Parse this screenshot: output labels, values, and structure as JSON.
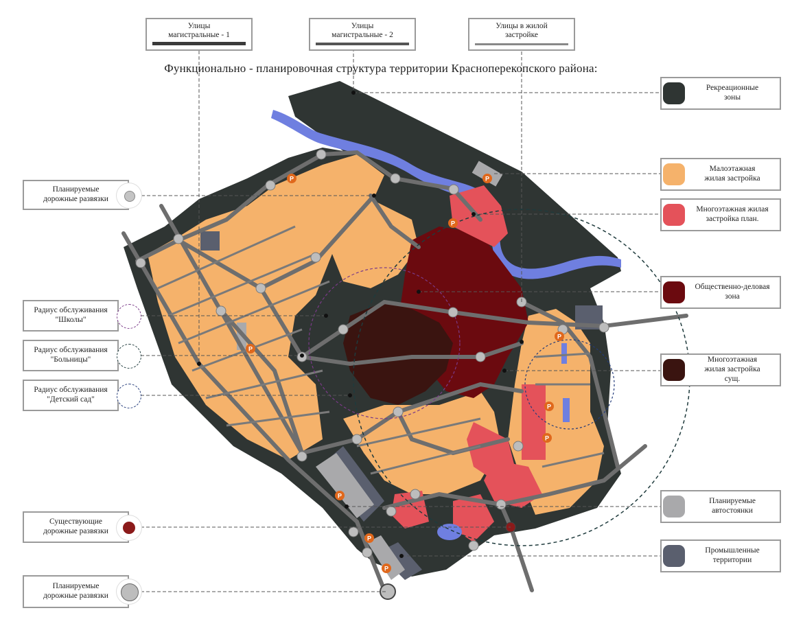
{
  "title": "Функционально - планировочная структура территории Краснoперекопского района:",
  "street_legend": [
    {
      "label_line1": "Улицы",
      "label_line2": "магистральные - 1"
    },
    {
      "label_line1": "Улицы",
      "label_line2": "магистральные - 2"
    },
    {
      "label_line1": "Улицы в жилой",
      "label_line2": "застройке"
    }
  ],
  "left_legend": [
    {
      "line1": "Планируемые",
      "line2": "дорожные развязки"
    },
    {
      "line1": "Радиус обслуживания",
      "line2": "\"Школы\""
    },
    {
      "line1": "Радиус обслуживания",
      "line2": "\"Больницы\""
    },
    {
      "line1": "Радиус обслуживания",
      "line2": "\"Детский сад\""
    },
    {
      "line1": "Существующие",
      "line2": "дорожные развязки"
    },
    {
      "line1": "Планируемые",
      "line2": "дорожные развязки"
    }
  ],
  "right_legend": [
    {
      "line1": "Рекреационные",
      "line2": "зоны",
      "color": "#2f3533"
    },
    {
      "line1": "Малоэтажная",
      "line2": "жилая застройка",
      "color": "#f5b26b"
    },
    {
      "line1": "Многоэтажная жилая",
      "line2": "застройка план.",
      "color": "#e4525a"
    },
    {
      "line1": "Общественно-деловая",
      "line2": "зона",
      "color": "#6b0a0f"
    },
    {
      "line1": "Многоэтажная",
      "line2": "жилая застройка",
      "line3": "сущ.",
      "color": "#3a1410"
    },
    {
      "line1": "Планируемые",
      "line2": "автостоянки",
      "color": "#a9a9ab"
    },
    {
      "line1": "Промышленные",
      "line2": "территории",
      "color": "#5a5f6e"
    }
  ],
  "colors": {
    "recreation": "#2f3533",
    "lowrise": "#f5b26b",
    "highrise_plan": "#e4525a",
    "business": "#6b0a0f",
    "highrise_exist": "#3a1410",
    "parking": "#a9a9ab",
    "industrial": "#5a5f6e",
    "road": "#6e6e6e",
    "water": "#6f7fe0"
  },
  "parking_label": "P"
}
